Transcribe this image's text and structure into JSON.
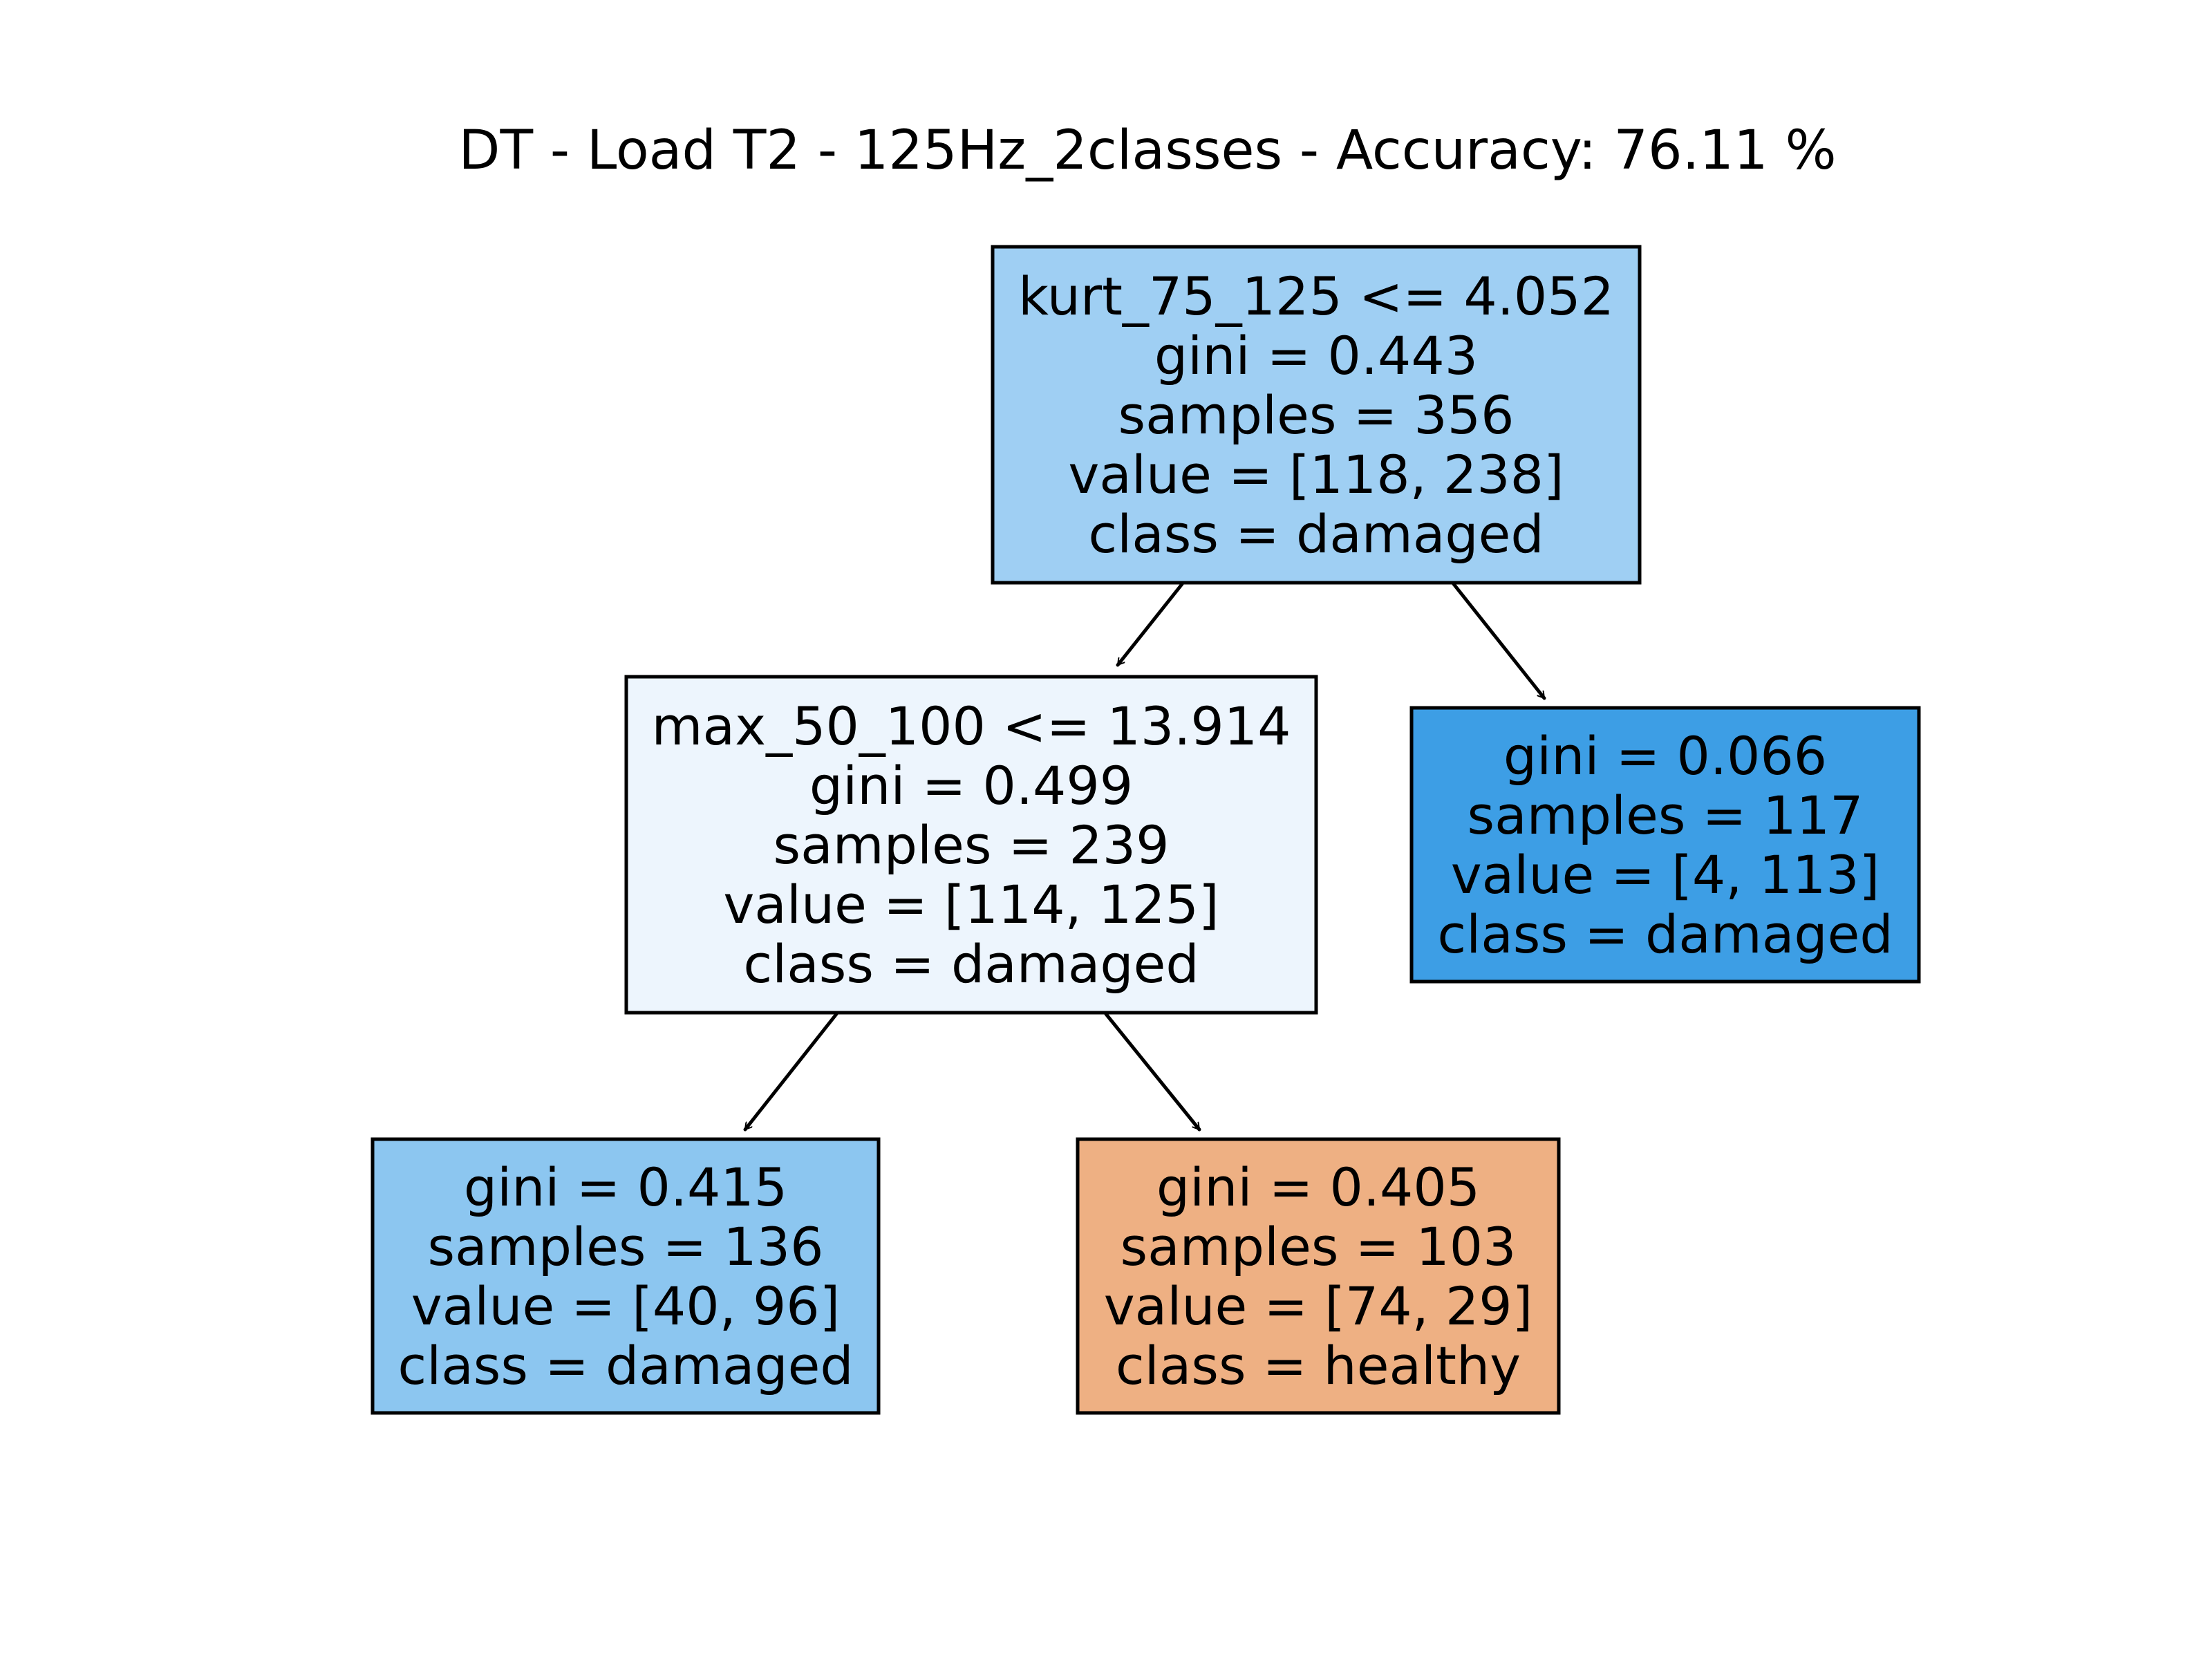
{
  "title": "DT - Load T2 - 125Hz_2classes - Accuracy: 76.11 %",
  "nodes": [
    {
      "id": "root",
      "color": "#9fcff3",
      "lines": [
        "kurt_75_125 <= 4.052",
        "gini = 0.443",
        "samples = 356",
        "value = [118, 238]",
        "class = damaged"
      ]
    },
    {
      "id": "left",
      "color": "#edf5fd",
      "lines": [
        "max_50_100 <= 13.914",
        "gini = 0.499",
        "samples = 239",
        "value = [114, 125]",
        "class = damaged"
      ]
    },
    {
      "id": "right",
      "color": "#3d9ee5",
      "lines": [
        "gini = 0.066",
        "samples = 117",
        "value = [4, 113]",
        "class = damaged"
      ]
    },
    {
      "id": "left-left",
      "color": "#8cc6f0",
      "lines": [
        "gini = 0.415",
        "samples = 136",
        "value = [40, 96]",
        "class = damaged"
      ]
    },
    {
      "id": "left-right",
      "color": "#eeb083",
      "lines": [
        "gini = 0.405",
        "samples = 103",
        "value = [74, 29]",
        "class = healthy"
      ]
    }
  ],
  "edges": [
    {
      "from": "root",
      "to": "left"
    },
    {
      "from": "root",
      "to": "right"
    },
    {
      "from": "left",
      "to": "left-left"
    },
    {
      "from": "left",
      "to": "left-right"
    }
  ]
}
